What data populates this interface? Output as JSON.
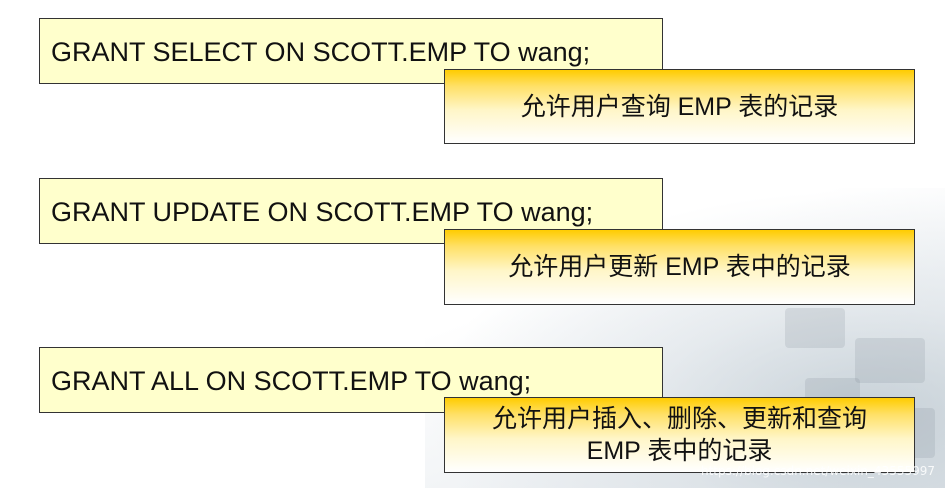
{
  "statements": [
    {
      "code": "GRANT SELECT ON SCOTT.EMP TO wang;",
      "note": "允许用户查询 EMP 表的记录"
    },
    {
      "code": "GRANT UPDATE ON SCOTT.EMP TO wang;",
      "note": "允许用户更新 EMP 表中的记录"
    },
    {
      "code": "GRANT ALL ON SCOTT.EMP TO wang;",
      "note_line1": "允许用户插入、删除、更新和查询",
      "note_line2": "EMP 表中的记录"
    }
  ],
  "colors": {
    "code_box_bg": "#ffffcc",
    "note_gradient_top": "#ffcc00",
    "border": "#333333"
  },
  "watermark": "https://blog.csdn.net/weixin_43555997"
}
